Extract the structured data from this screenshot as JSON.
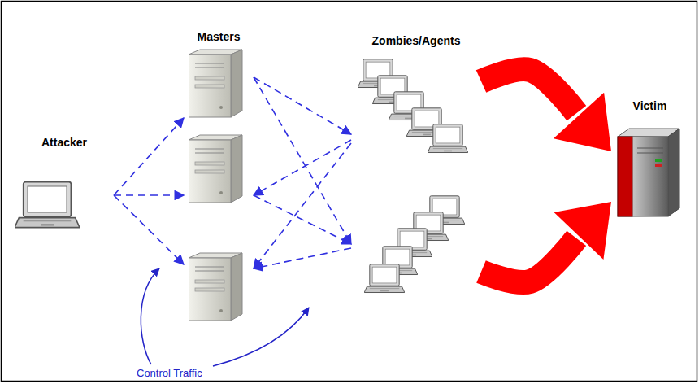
{
  "diagram": {
    "nodes": [
      {
        "text": [
          "Attacker"
        ]
      },
      {
        "text": [
          "Masters"
        ]
      },
      {
        "text": [
          "Zombies/Agents"
        ]
      },
      {
        "text": [
          "Victim"
        ]
      }
    ],
    "edges": [
      {
        "from": 0,
        "to": 1,
        "arrow": "to"
      },
      {
        "from": 1,
        "to": 2,
        "arrow": "to"
      },
      {
        "from": 2,
        "to": 1,
        "arrow": "to"
      },
      {
        "from": 2,
        "to": 3,
        "arrow": "to"
      },
      {
        "from": 2,
        "to": 3,
        "arrow": "to"
      }
    ],
    "labels": [
      "Control Traffic"
    ]
  }
}
